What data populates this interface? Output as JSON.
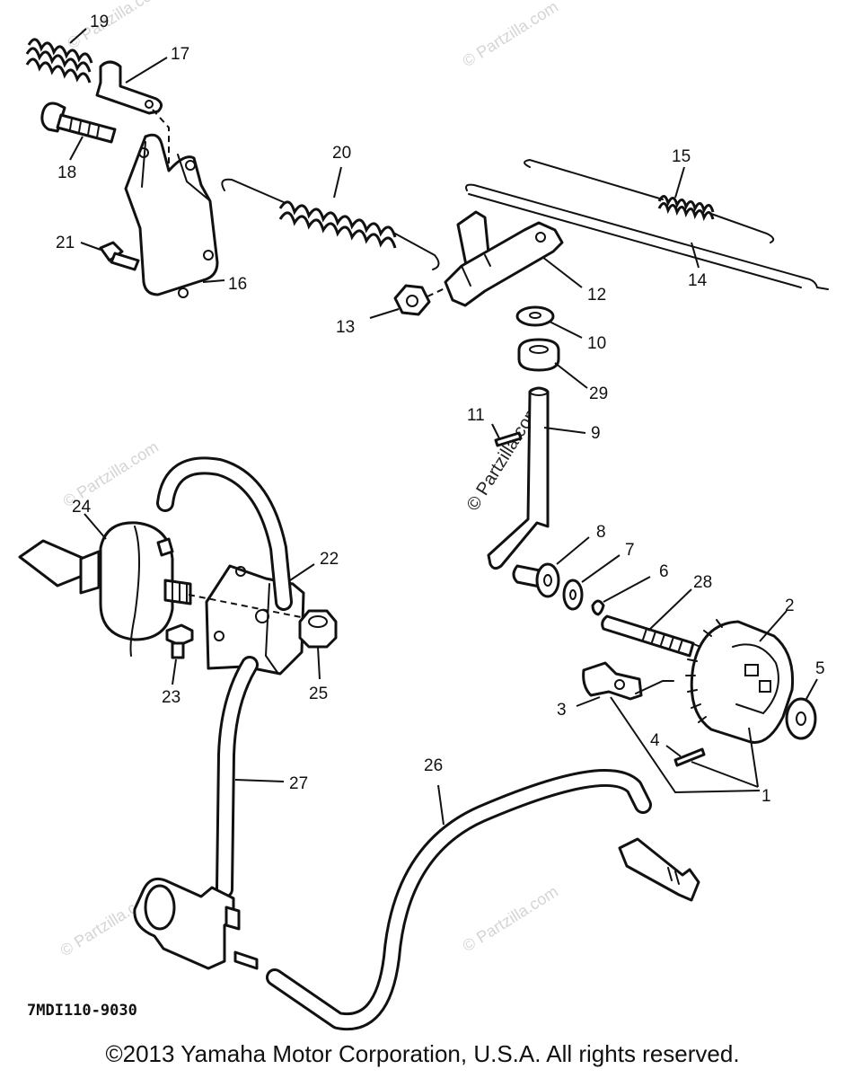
{
  "diagram": {
    "code": "7MDI110-9030",
    "watermark": "© Partzilla.com",
    "callouts": {
      "p1": "1",
      "p2": "2",
      "p3": "3",
      "p4": "4",
      "p5": "5",
      "p6": "6",
      "p7": "7",
      "p8": "8",
      "p9": "9",
      "p10": "10",
      "p11": "11",
      "p12": "12",
      "p13": "13",
      "p14": "14",
      "p15": "15",
      "p16": "16",
      "p17": "17",
      "p18": "18",
      "p19": "19",
      "p20": "20",
      "p21": "21",
      "p22": "22",
      "p23": "23",
      "p24": "24",
      "p25": "25",
      "p26": "26",
      "p27": "27",
      "p28": "28",
      "p29": "29"
    }
  },
  "footer": {
    "copyright": "©2013  Yamaha Motor Corporation, U.S.A. All rights reserved."
  }
}
